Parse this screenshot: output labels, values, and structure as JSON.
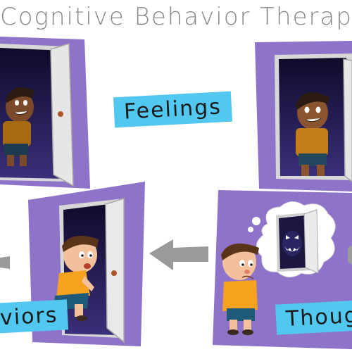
{
  "title": "Cognitive Behavior Therapy",
  "labels": {
    "feelings": "Feelings",
    "behaviors": "viors",
    "thoughts": "Though"
  },
  "colors": {
    "panel_purple": "#8f73c9",
    "panel_purple_dark": "#6c50ac",
    "label_blue": "#52c7ef",
    "door_frame": "#d9d9d9",
    "door_dark": "#1b1740",
    "shirt_orange": "#f6a21e",
    "arrow_gray": "#9a9a9a"
  },
  "icons": [
    "left-arrow-icon",
    "thought-bubble-icon",
    "monster-icon",
    "doorknob-icon"
  ]
}
